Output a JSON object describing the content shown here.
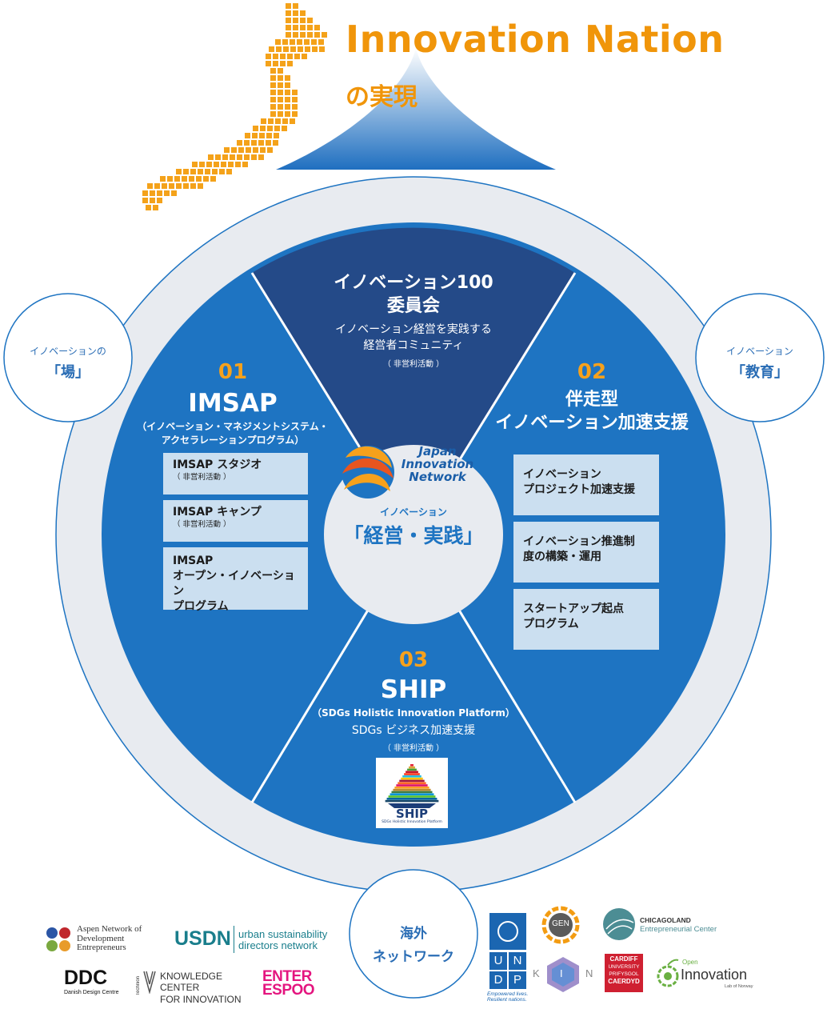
{
  "header": {
    "title": "Innovation Nation",
    "subtitle": "の実現"
  },
  "colors": {
    "orange": "#f0950a",
    "ring": "#e8ebf0",
    "blue": "#1e74c2",
    "navy": "#244a88",
    "box": "#cbdff0"
  },
  "sides": {
    "left_small": "イノベーションの",
    "left_big": "「場」",
    "right_small": "イノベーション",
    "right_big": "「教育」",
    "bottom_line1": "海外",
    "bottom_line2": "ネットワーク"
  },
  "top_segment": {
    "title_line1": "イノベーション100",
    "title_line2": "委員会",
    "desc_line1": "イノベーション経営を実践する",
    "desc_line2": "経営者コミュニティ",
    "note": "（ 非営利活動 ）"
  },
  "left_segment": {
    "number": "01",
    "name": "IMSAP",
    "desc_line1": "（イノベーション・マネジメントシステム・",
    "desc_line2": "アクセラレーションプログラム）",
    "boxes": [
      {
        "lines": [
          "IMSAP スタジオ"
        ],
        "note": "（ 非営利活動 ）"
      },
      {
        "lines": [
          "IMSAP キャンプ"
        ],
        "note": "（ 非営利活動 ）"
      },
      {
        "lines": [
          "IMSAP",
          "オープン・イノベーション",
          "プログラム"
        ],
        "note": ""
      }
    ]
  },
  "right_segment": {
    "number": "02",
    "name_line1": "伴走型",
    "name_line2": "イノベーション加速支援",
    "boxes": [
      {
        "lines": [
          "イノベーション",
          "プロジェクト加速支援"
        ]
      },
      {
        "lines": [
          "イノベーション推進制",
          "度の構築・運用"
        ]
      },
      {
        "lines": [
          "スタートアップ起点",
          "プログラム"
        ]
      }
    ]
  },
  "bottom_segment": {
    "number": "03",
    "name": "SHIP",
    "desc_line1": "（SDGs Holistic Innovation Platform）",
    "desc_line2": "SDGs ビジネス加速支援",
    "note": "（ 非営利活動 ）",
    "logo_text": "SHIP",
    "logo_sub": "SDGs Holistic Innovation Platform"
  },
  "center": {
    "logo_line1": "Japan",
    "logo_line2": "Innovation",
    "logo_line3": "Network",
    "label_small": "イノベーション",
    "label_big": "「経営・実践」"
  },
  "partners": {
    "aspen_line1": "Aspen Network of",
    "aspen_line2": "Development",
    "aspen_line3": "Entrepreneurs",
    "usdn": "USDN",
    "usdn_sub1": "urban sustainability",
    "usdn_sub2": "directors network",
    "ddc": "DDC",
    "ddc_sub": "Danish Design Centre",
    "technion": "Technion",
    "kci_line1": "KNOWLEDGE CENTER",
    "kci_line2": "FOR INNOVATION",
    "enter_line1": "ENTER",
    "enter_line2": "ESPOO",
    "undp_u": "U",
    "undp_n": "N",
    "undp_d": "D",
    "undp_p": "P",
    "undp_tag1": "Empowered lives.",
    "undp_tag2": "Resilient nations.",
    "gen": "GEN",
    "kin_k": "K",
    "kin_i": "I",
    "kin_n": "N",
    "chicago_line1": "CHICAGOLAND",
    "chicago_line2": "Entrepreneurial Center",
    "cardiff_line1": "CARDIFF",
    "cardiff_line2": "UNIVERSITY",
    "cardiff_line3": "PRIFYSGOL",
    "cardiff_line4": "CAERDYD",
    "open_small": "Open",
    "open_big": "Innovation",
    "open_sub": "Lab of Norway"
  }
}
